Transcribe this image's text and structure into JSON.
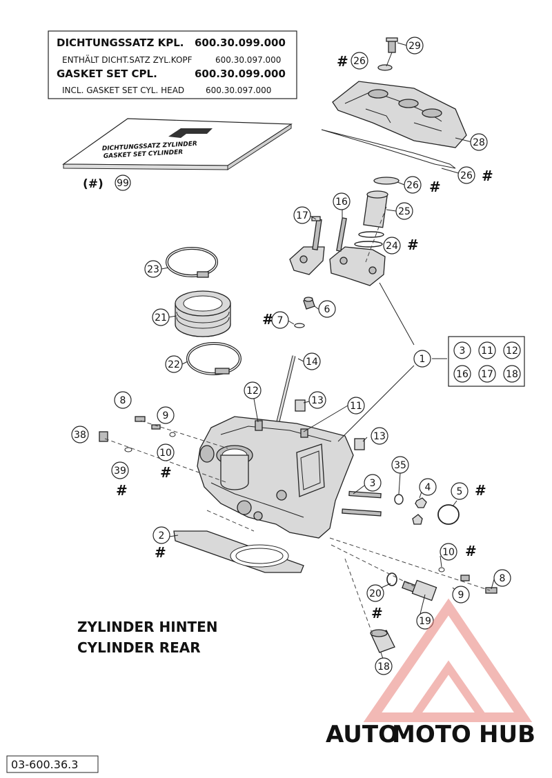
{
  "kit_box": {
    "line1_label": "DICHTUNGSSATZ KPL.",
    "line1_number": "600.30.099.000",
    "line2_label": "ENTHÄLT DICHT.SATZ ZYL.KOPF",
    "line2_number": "600.30.097.000",
    "line3_label": "GASKET SET CPL.",
    "line3_number": "600.30.099.000",
    "line4_label": "INCL. GASKET SET CYL. HEAD",
    "line4_number": "600.30.097.000"
  },
  "gasket_package": {
    "line1": "DICHTUNGSSATZ ZYLINDER",
    "line2": "GASKET SET CYLINDER",
    "ref_prefix": "(#)",
    "ref_number": "99"
  },
  "kit_group": {
    "numbers": [
      "3",
      "11",
      "12",
      "16",
      "17",
      "18"
    ],
    "main_ref": "1"
  },
  "callouts": {
    "c29": "29",
    "c26a": "26",
    "c28": "28",
    "c26b": "26",
    "c26c": "26",
    "c25": "25",
    "c24": "24",
    "c17": "17",
    "c16": "16",
    "c23": "23",
    "c21": "21",
    "c22": "22",
    "c6": "6",
    "c7": "7",
    "c14": "14",
    "c12": "12",
    "c13a": "13",
    "c11": "11",
    "c13b": "13",
    "c8a": "8",
    "c9a": "9",
    "c38": "38",
    "c10a": "10",
    "c39": "39",
    "c3": "3",
    "c35": "35",
    "c4": "4",
    "c5": "5",
    "c2": "2",
    "c10b": "10",
    "c8b": "8",
    "c9b": "9",
    "c20": "20",
    "c19": "19",
    "c18": "18"
  },
  "hash_mark": "#",
  "cylinder_title": {
    "line1": "ZYLINDER HINTEN",
    "line2": "CYLINDER REAR"
  },
  "watermark": {
    "part1": "AUTO",
    "part2": "MOTO",
    "part3": "HUB",
    "color1": "#f4b183",
    "color2": "#e8807a",
    "color3": "#8c8c8c"
  },
  "figure_code": "03-600.36.3"
}
